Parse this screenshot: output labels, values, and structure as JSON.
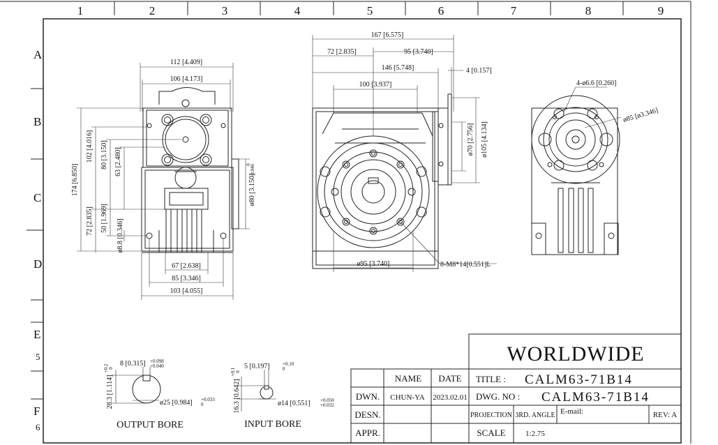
{
  "zones": {
    "columns": [
      "1",
      "2",
      "3",
      "4",
      "5",
      "6",
      "7",
      "8",
      "9"
    ],
    "rows": [
      "A",
      "B",
      "C",
      "D",
      "E",
      "5",
      "F",
      "6"
    ]
  },
  "front_view": {
    "dims": {
      "w112": "112 [4.409]",
      "w106": "106 [4.173]",
      "h174": "174 [6.850]",
      "h102": "102 [4.016]",
      "h80": "80 [3.150]",
      "h63": "63 [2.480]",
      "h72": "72 [2.835]",
      "h50": "50 [1.969]",
      "d88": "ø8.8 [0.346]",
      "d80": "ø80 [3.150]",
      "d80_tol_upper": "0",
      "d80_tol_lower": "-0.046",
      "w67": "67 [2.638]",
      "w85": "85 [3.346]",
      "w103": "103 [4.055]"
    }
  },
  "side_view": {
    "dims": {
      "w167": "167 [6.575]",
      "w72": "72 [2.835]",
      "w95top": "95 [3.740]",
      "w146": "146 [5.748]",
      "w4": "4 [0.157]",
      "w100": "100 [3.937]",
      "d70": "ø70 [2.756]",
      "d105": "ø105 [4.134]",
      "d95": "ø95 [3.740]",
      "holes": "8-M8*14[0.551]L"
    }
  },
  "right_view": {
    "dims": {
      "holes": "4-ø6.6 [0.260]",
      "d85": "ø85 [ø3.346]"
    }
  },
  "bores": {
    "output": {
      "label": "OUTPUT BORE",
      "key_width": "8 [0.315]",
      "key_tol_upper": "+0.098",
      "key_tol_lower": "+0.040",
      "height": "28.3 [1.114]",
      "height_tol_upper": "+0.2",
      "height_tol_lower": "0",
      "diameter": "ø25 [0.984]",
      "diameter_tol_upper": "+0.033",
      "diameter_tol_lower": "0"
    },
    "input": {
      "label": "INPUT BORE",
      "key_width": "5 [0.197]",
      "key_tol_upper": "+0.10",
      "key_tol_lower": "0",
      "height": "16.3 [0.642]",
      "height_tol_upper": "+0.1",
      "height_tol_lower": "0",
      "diameter": "ø14 [0.551]",
      "diameter_tol_upper": "+0.050",
      "diameter_tol_lower": "+0.032"
    }
  },
  "title_block": {
    "company": "WORLDWIDE",
    "head_name": "NAME",
    "head_date": "DATE",
    "dwn_label": "DWN.",
    "dwn_name": "CHUN-YA",
    "dwn_date": "2023.02.01",
    "desn_label": "DESN.",
    "appr_label": "APPR.",
    "title_label": "TITLE :",
    "title_value": "CALM63-71B14",
    "dwg_label": "DWG. NO :",
    "dwg_value": "CALM63-71B14",
    "projection_label": "PROJECTION",
    "projection_value": "3RD. ANGLE",
    "email_label": "E-mail:",
    "rev": "REV: A",
    "scale_label": "SCALE",
    "scale_value": "1:2.75"
  }
}
